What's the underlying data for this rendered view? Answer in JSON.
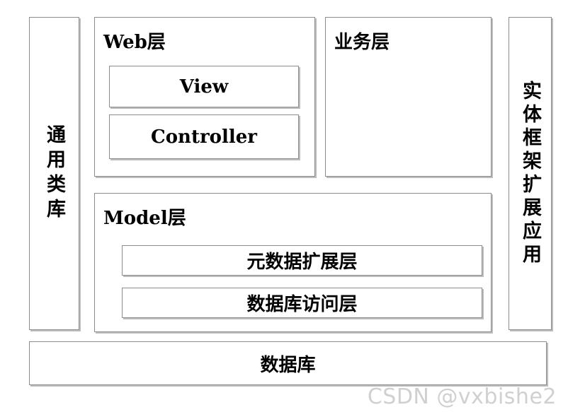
{
  "left_column": {
    "label": "通用类库"
  },
  "right_column": {
    "label": "实体框架扩展应用"
  },
  "web_layer": {
    "title": "Web层",
    "items": [
      "View",
      "Controller"
    ]
  },
  "business_layer": {
    "title": "业务层"
  },
  "model_layer": {
    "title": "Model层",
    "items": [
      "元数据扩展层",
      "数据库访问层"
    ]
  },
  "database": {
    "label": "数据库"
  },
  "watermark": "CSDN @vxbishe2"
}
